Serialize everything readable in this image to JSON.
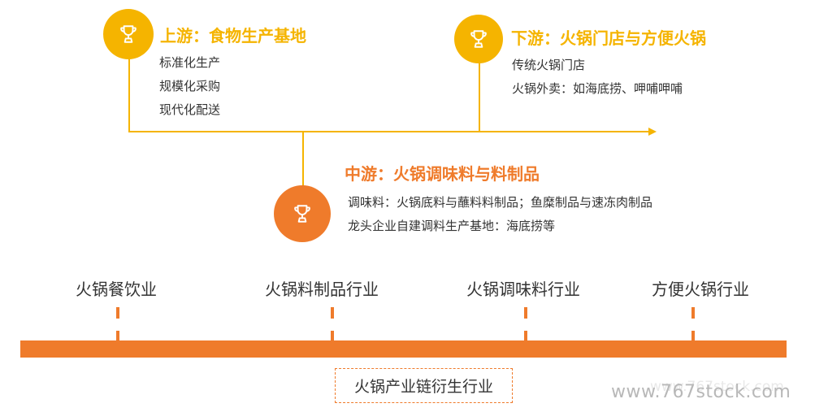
{
  "colors": {
    "upstream": "#f5b400",
    "midstream": "#ef7b2b",
    "downstream": "#f5b400",
    "text": "#333333"
  },
  "upstream": {
    "icon": "trophy-icon",
    "title": "上游：食物生产基地",
    "items": [
      "标准化生产",
      "规模化采购",
      "现代化配送"
    ]
  },
  "downstream": {
    "icon": "trophy-icon",
    "title": "下游：火锅门店与方便火锅",
    "items": [
      "传统火锅门店",
      "火锅外卖：如海底捞、呷哺呷哺"
    ]
  },
  "midstream": {
    "icon": "trophy-icon",
    "title": "中游：火锅调味料与料制品",
    "items": [
      "调味料：火锅底料与蘸料料制品；鱼糜制品与速冻肉制品",
      "龙头企业自建调料生产基地：海底捞等"
    ]
  },
  "industries": [
    "火锅餐饮业",
    "火锅料制品行业",
    "火锅调味料行业",
    "方便火锅行业"
  ],
  "chain_label": "火锅产业链衍生行业",
  "watermark": {
    "main": "www.767stock.com",
    "shadow": "www.767stock.com"
  }
}
